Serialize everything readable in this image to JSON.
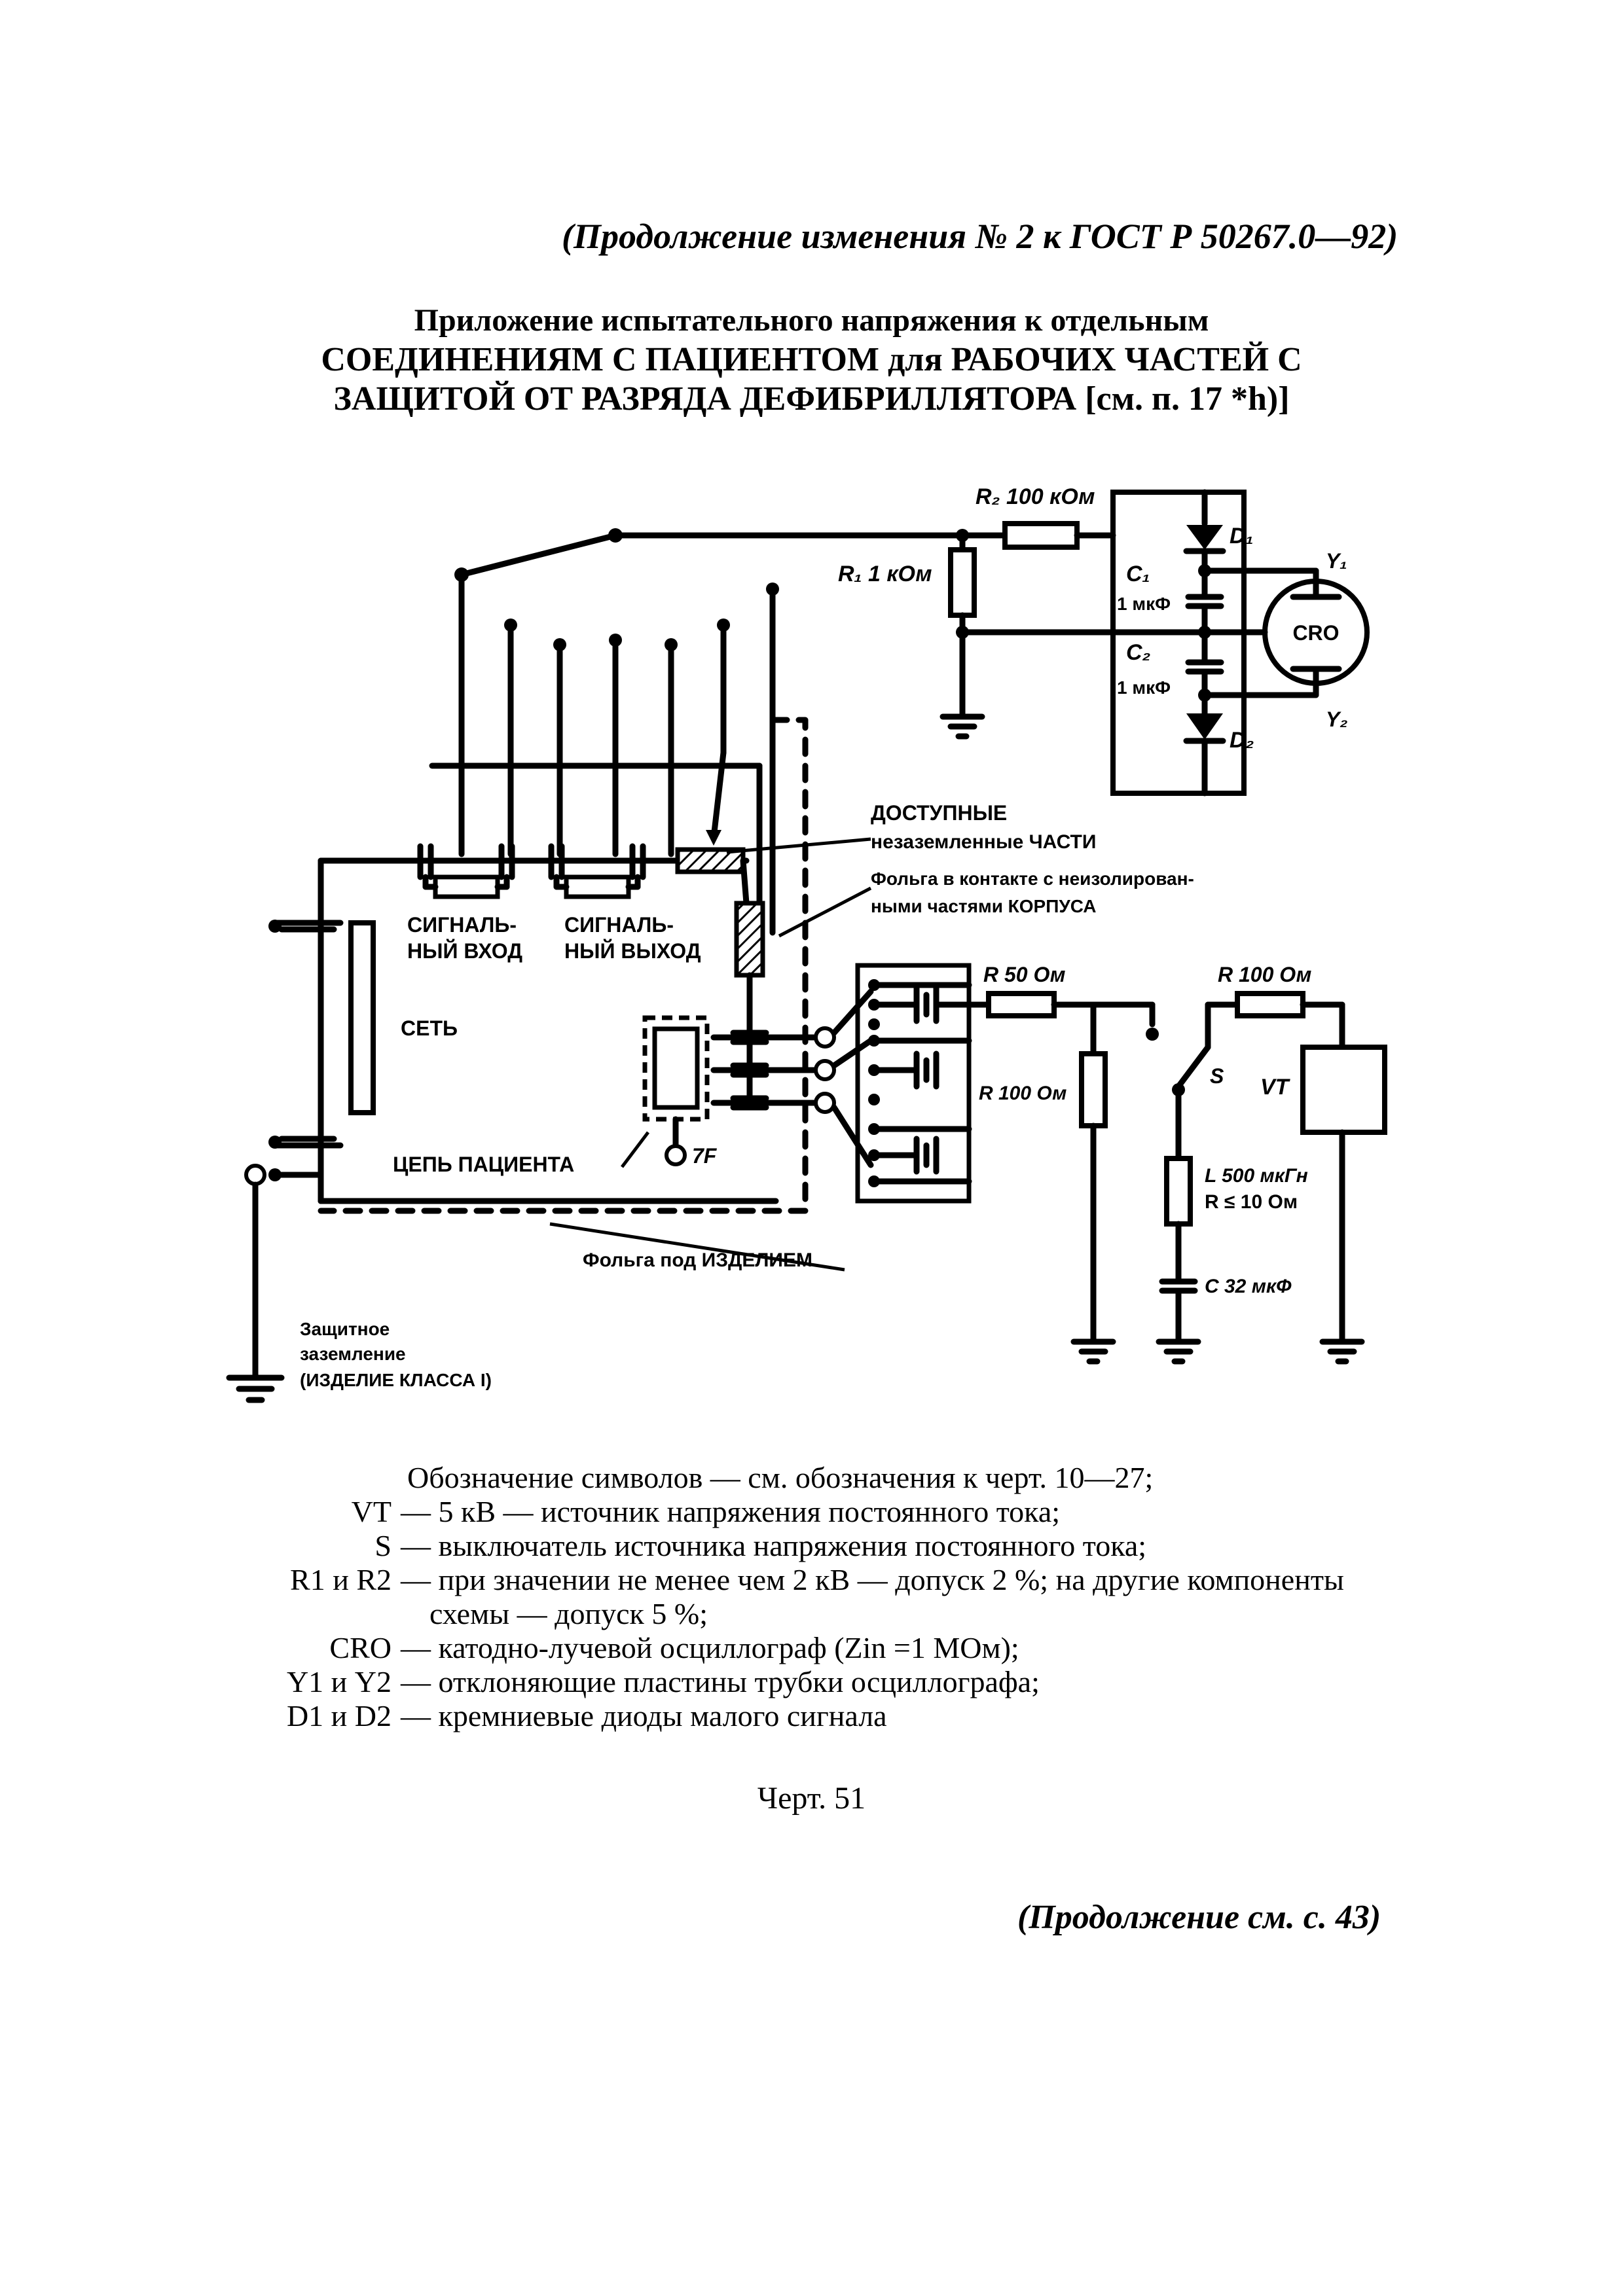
{
  "header": {
    "continuation": "(Продолжение изменения № 2 к ГОСТ Р 50267.0—92)"
  },
  "title": {
    "line1": "Приложение испытательного напряжения к отдельным",
    "line2": "СОЕДИНЕНИЯМ С ПАЦИЕНТОМ для РАБОЧИХ ЧАСТЕЙ С",
    "line3": "ЗАЩИТОЙ ОТ РАЗРЯДА ДЕФИБРИЛЛЯТОРА [см. п. 17 *h)]"
  },
  "diagram": {
    "r2_label": "R₂ 100 кОм",
    "r1_label": "R₁ 1 кОм",
    "d1_label": "D₁",
    "d2_label": "D₂",
    "c1_name": "C₁",
    "c1_value": "1 мкФ",
    "c2_name": "C₂",
    "c2_value": "1 мкФ",
    "y1_label": "Y₁",
    "y2_label": "Y₂",
    "cro_label": "CRO",
    "accessible_line1": "ДОСТУПНЫЕ",
    "accessible_line2": "незаземленные ЧАСТИ",
    "foil_line1": "Фольга в контакте с неизолирован-",
    "foil_line2": "ными частями КОРПУСА",
    "signal_in_line1": "СИГНАЛЬ-",
    "signal_in_line2": "НЫЙ ВХОД",
    "signal_out_line1": "СИГНАЛЬ-",
    "signal_out_line2": "НЫЙ ВЫХОД",
    "mains": "СЕТЬ",
    "patient_circuit": "ЦЕПЬ ПАЦИЕНТА",
    "terminal_7f": "7F",
    "foil_under": "Фольга под ИЗДЕЛИЕМ",
    "earth_line1": "Защитное",
    "earth_line2": "заземление",
    "earth_line3": "(ИЗДЕЛИЕ КЛАССА I)",
    "r50_label": "R 50 Ом",
    "r100_left": "R 100 Ом",
    "r100_top": "R 100 Ом",
    "switch_label": "S",
    "vt_label": "VT",
    "inductor_line1": "L 500 мкГн",
    "inductor_line2": "R ≤ 10 Ом",
    "capacitor_label": "C 32 мкФ"
  },
  "legend": {
    "intro": "Обозначение символов — см. обозначения к черт. 10—27;",
    "items": [
      {
        "symbol": "VT",
        "text": "— 5 кВ — источник напряжения постоянного тока;"
      },
      {
        "symbol": "S",
        "text": "— выключатель источника напряжения постоянного тока;"
      },
      {
        "symbol": "R1 и R2",
        "text": "— при значении не менее чем 2 кВ — допуск 2 %; на другие компоненты"
      },
      {
        "symbol": "",
        "text": "схемы — допуск 5 %;"
      },
      {
        "symbol": "CRO",
        "text": "— катодно-лучевой осциллограф (Zin =1 МОм);"
      },
      {
        "symbol": "Y1 и Y2",
        "text": "— отклоняющие пластины трубки осциллографа;"
      },
      {
        "symbol": "D1 и D2",
        "text": "— кремниевые диоды малого сигнала"
      }
    ]
  },
  "caption": "Черт. 51",
  "footer": {
    "continued": "(Продолжение см. с. 43)"
  }
}
